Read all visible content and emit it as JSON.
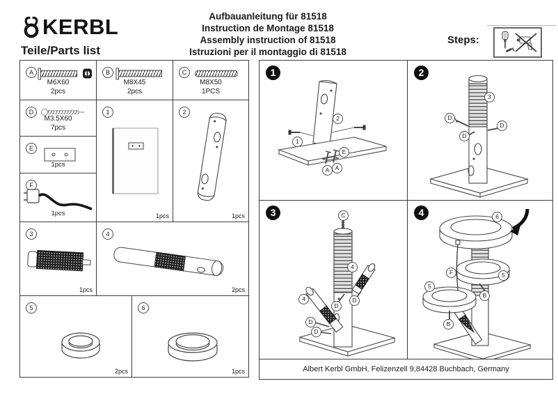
{
  "header": {
    "brand": "KERBL",
    "parts_list_title": "Teile/Parts list",
    "title_line1": "Aufbauanleitung für 81518",
    "title_line2": "Instruction de Montage 81518",
    "title_line3": "Assembly instruction of 81518",
    "title_line4": "Istruzioni per il montaggio di 81518",
    "steps_label": "Steps:"
  },
  "icons": {
    "brand_icon": "goat-horns-icon",
    "allowed_tool": "screwdriver-icon",
    "forbidden_tool": "no-electric-drill-icon"
  },
  "parts": {
    "A": {
      "label": "A",
      "spec": "M6X60",
      "qty": "2pcs"
    },
    "B": {
      "label": "B",
      "spec": "M8X45",
      "qty": "2pcs"
    },
    "C": {
      "label": "C",
      "spec": "M8X50",
      "qty": "1PCS"
    },
    "D": {
      "label": "D",
      "spec": "M3.5X60",
      "qty": "7pcs"
    },
    "E": {
      "label": "E",
      "qty": "1pcs"
    },
    "F": {
      "label": "F",
      "qty": "1pcs"
    },
    "p1": {
      "label": "1",
      "qty": "1pcs"
    },
    "p2": {
      "label": "2",
      "qty": "1pcs"
    },
    "p3": {
      "label": "3",
      "qty": "1pcs"
    },
    "p4": {
      "label": "4",
      "qty": "2pcs"
    },
    "p5": {
      "label": "5",
      "qty": "2pcs"
    },
    "p6": {
      "label": "6",
      "qty": "1pcs"
    }
  },
  "steps": {
    "step1": {
      "num": "1",
      "tags": [
        "2",
        "1",
        "E",
        "A",
        "A"
      ]
    },
    "step2": {
      "num": "2",
      "tags": [
        "3",
        "D",
        "D",
        "D"
      ]
    },
    "step3": {
      "num": "3",
      "tags": [
        "C",
        "4",
        "4",
        "D",
        "D",
        "D",
        "D"
      ]
    },
    "step4": {
      "num": "4",
      "tags": [
        "6",
        "F",
        "5",
        "5",
        "B",
        "B"
      ]
    }
  },
  "footer": {
    "address": "Albert Kerbl GmbH, Felizenzell 9,84428 Buchbach, Germany"
  },
  "colors": {
    "ink": "#1a1a1a",
    "line": "#3c3c3c",
    "paper": "#ffffff"
  }
}
